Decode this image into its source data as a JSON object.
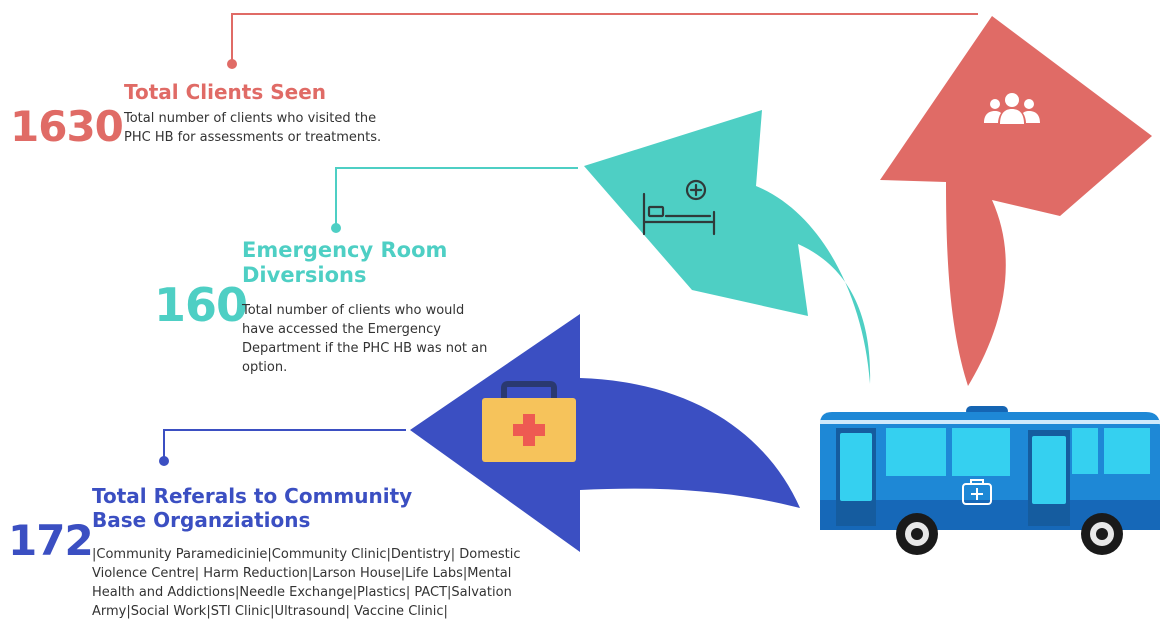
{
  "colors": {
    "red": "#e06b66",
    "teal": "#4ecfc4",
    "blue": "#3b4fc2",
    "bus": "#1e88d6"
  },
  "metrics": {
    "clients": {
      "value": "1630",
      "title": "Total Clients Seen",
      "description": "Total number of clients who visited the PHC HB for assessments or treatments.",
      "icon": "people-group-icon"
    },
    "er": {
      "value": "160",
      "title_line1": "Emergency Room",
      "title_line2": "Diversions",
      "description": "Total number of clients who would have accessed the Emergency Department if the PHC HB was not an option.",
      "icon": "hospital-bed-icon"
    },
    "referrals": {
      "value": "172",
      "title_line1": "Total Referals to Community",
      "title_line2": "Base Organziations",
      "description": "|Community Paramedicinie|Community Clinic|Dentistry| Domestic Violence Centre| Harm Reduction|Larson House|Life Labs|Mental Health and Addictions|Needle Exchange|Plastics| PACT|Salvation Army|Social Work|STI Clinic|Ultrasound| Vaccine Clinic|",
      "icon": "medical-kit-icon"
    }
  },
  "vehicle": {
    "icon": "medical-bus-icon"
  }
}
